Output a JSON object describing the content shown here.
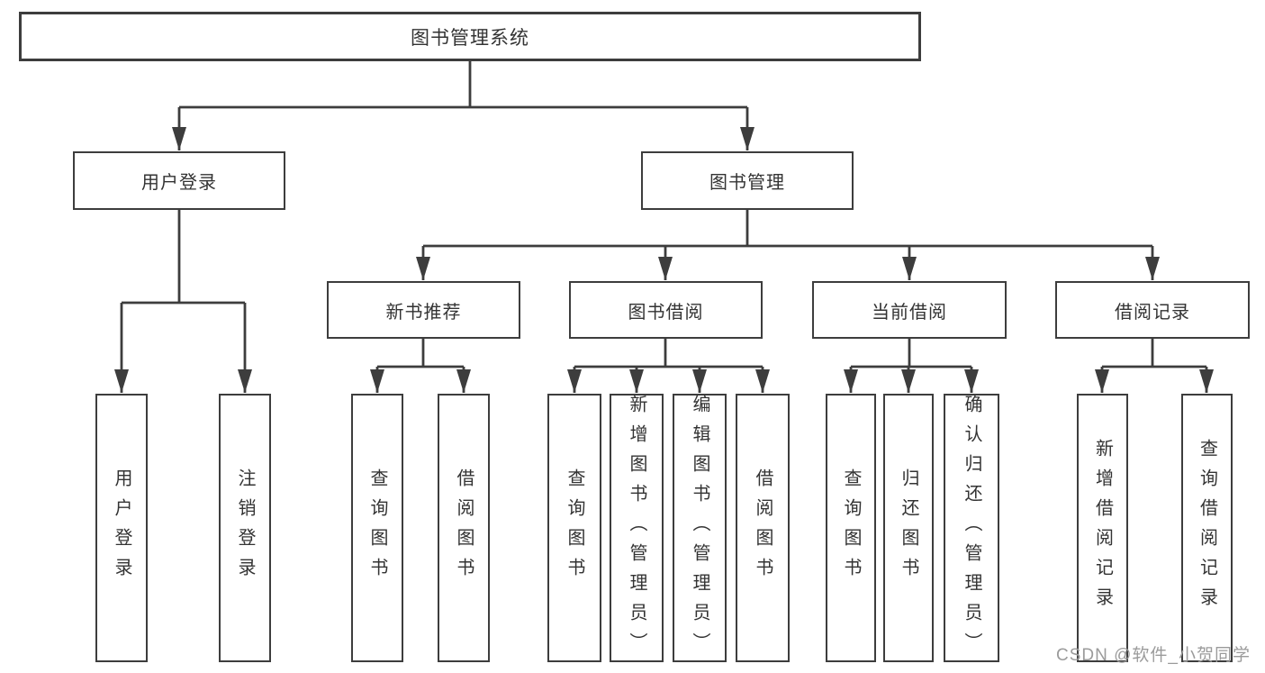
{
  "diagram": {
    "root": {
      "label": "图书管理系统"
    },
    "level2": [
      {
        "label": "用户登录"
      },
      {
        "label": "图书管理"
      }
    ],
    "level3": [
      {
        "label": "新书推荐"
      },
      {
        "label": "图书借阅"
      },
      {
        "label": "当前借阅"
      },
      {
        "label": "借阅记录"
      }
    ],
    "leaves": {
      "user_login": [
        {
          "label": "用户登录"
        },
        {
          "label": "注销登录"
        }
      ],
      "new_book_recommend": [
        {
          "label": "查询图书"
        },
        {
          "label": "借阅图书"
        }
      ],
      "book_borrowing": [
        {
          "label": "查询图书"
        },
        {
          "label": "新增图书（管理员）"
        },
        {
          "label": "编辑图书（管理员）"
        },
        {
          "label": "借阅图书"
        }
      ],
      "current_borrowing": [
        {
          "label": "查询图书"
        },
        {
          "label": "归还图书"
        },
        {
          "label": "确认归还（管理员）"
        }
      ],
      "borrowing_records": [
        {
          "label": "新增借阅记录"
        },
        {
          "label": "查询借阅记录"
        }
      ]
    }
  },
  "watermark": "CSDN @软件_小贺同学",
  "colors": {
    "line": "#3d3d3d",
    "text": "#333333",
    "watermark": "#9b9b9b",
    "canvas": "#ffffff"
  }
}
